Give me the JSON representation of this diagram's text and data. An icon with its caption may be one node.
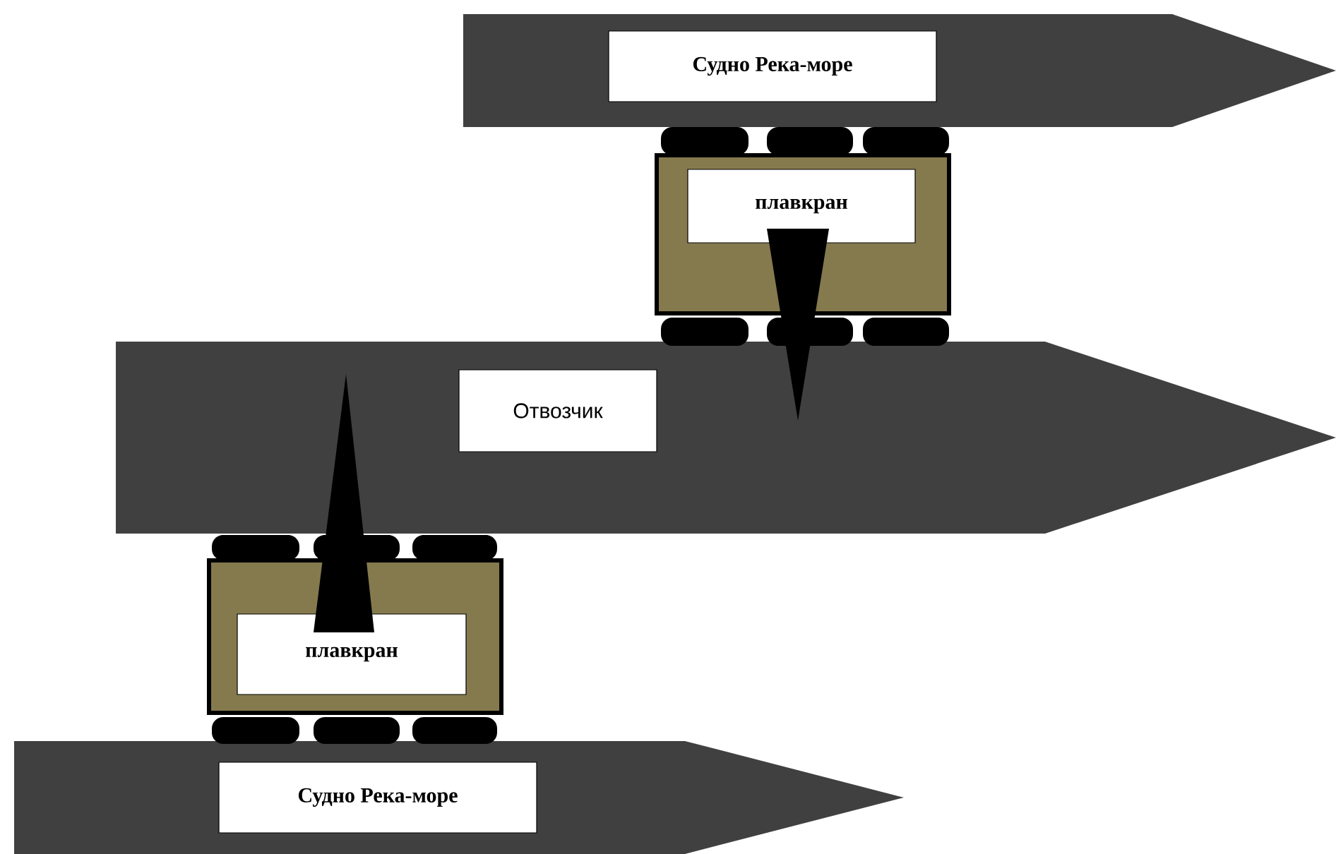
{
  "diagram": {
    "nodes": [
      {
        "text": [
          "Судно Река-море"
        ]
      },
      {
        "text": [
          "плавкран"
        ]
      },
      {
        "text": [
          "Отвозчик"
        ]
      },
      {
        "text": [
          "плавкран"
        ]
      },
      {
        "text": [
          "Судно Река-море"
        ]
      }
    ]
  }
}
